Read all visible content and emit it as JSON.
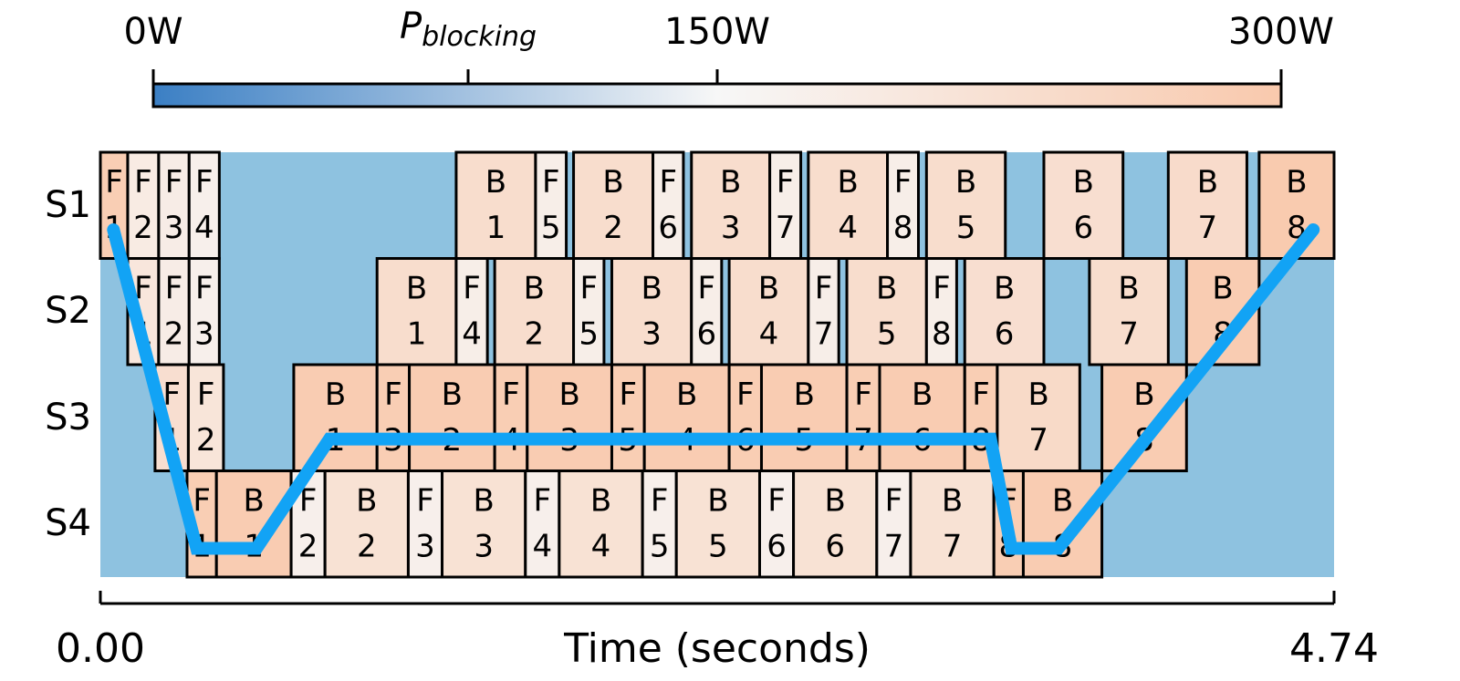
{
  "colorbar": {
    "label_main": "P",
    "label_sub": "blocking",
    "ticks": [
      {
        "label": "0W",
        "value": 0
      },
      {
        "label": "150W",
        "value": 150
      },
      {
        "label": "300W",
        "value": 300
      }
    ],
    "min": 0,
    "max": 300,
    "color_low": "#3b7fc4",
    "color_mid": "#f7f7f7",
    "color_high": "#f9c9ad"
  },
  "colors": {
    "idle_background": "#8ec2e0",
    "critical_path": "#12a3f5"
  },
  "chart_data": {
    "type": "timeline",
    "xlabel": "Time (seconds)",
    "xlim": [
      0,
      4.74
    ],
    "x_tick_labels": [
      "0.00",
      "4.74"
    ],
    "stages": [
      "S1",
      "S2",
      "S3",
      "S4"
    ],
    "blocks": [
      {
        "stage": 0,
        "kind": "F",
        "num": "1",
        "start": 0.0,
        "end": 0.105,
        "power": 285
      },
      {
        "stage": 0,
        "kind": "F",
        "num": "2",
        "start": 0.105,
        "end": 0.224,
        "power": 190
      },
      {
        "stage": 0,
        "kind": "F",
        "num": "3",
        "start": 0.224,
        "end": 0.341,
        "power": 185
      },
      {
        "stage": 0,
        "kind": "F",
        "num": "4",
        "start": 0.341,
        "end": 0.457,
        "power": 175
      },
      {
        "stage": 0,
        "kind": "B",
        "num": "1",
        "start": 1.367,
        "end": 1.672,
        "power": 235
      },
      {
        "stage": 0,
        "kind": "F",
        "num": "5",
        "start": 1.672,
        "end": 1.79,
        "power": 180
      },
      {
        "stage": 0,
        "kind": "B",
        "num": "2",
        "start": 1.818,
        "end": 2.123,
        "power": 235
      },
      {
        "stage": 0,
        "kind": "F",
        "num": "6",
        "start": 2.123,
        "end": 2.24,
        "power": 180
      },
      {
        "stage": 0,
        "kind": "B",
        "num": "3",
        "start": 2.271,
        "end": 2.572,
        "power": 235
      },
      {
        "stage": 0,
        "kind": "F",
        "num": "7",
        "start": 2.572,
        "end": 2.691,
        "power": 180
      },
      {
        "stage": 0,
        "kind": "B",
        "num": "4",
        "start": 2.72,
        "end": 3.024,
        "power": 235
      },
      {
        "stage": 0,
        "kind": "F",
        "num": "8",
        "start": 3.024,
        "end": 3.143,
        "power": 180
      },
      {
        "stage": 0,
        "kind": "B",
        "num": "5",
        "start": 3.174,
        "end": 3.477,
        "power": 235
      },
      {
        "stage": 0,
        "kind": "B",
        "num": "6",
        "start": 3.625,
        "end": 3.929,
        "power": 230
      },
      {
        "stage": 0,
        "kind": "B",
        "num": "7",
        "start": 4.103,
        "end": 4.405,
        "power": 240
      },
      {
        "stage": 0,
        "kind": "B",
        "num": "8",
        "start": 4.452,
        "end": 4.74,
        "power": 295
      },
      {
        "stage": 1,
        "kind": "F",
        "num": "1",
        "start": 0.105,
        "end": 0.224,
        "power": 205
      },
      {
        "stage": 1,
        "kind": "F",
        "num": "2",
        "start": 0.224,
        "end": 0.341,
        "power": 185
      },
      {
        "stage": 1,
        "kind": "F",
        "num": "3",
        "start": 0.341,
        "end": 0.457,
        "power": 175
      },
      {
        "stage": 1,
        "kind": "B",
        "num": "1",
        "start": 1.063,
        "end": 1.367,
        "power": 235
      },
      {
        "stage": 1,
        "kind": "F",
        "num": "4",
        "start": 1.367,
        "end": 1.487,
        "power": 180
      },
      {
        "stage": 1,
        "kind": "B",
        "num": "2",
        "start": 1.515,
        "end": 1.818,
        "power": 235
      },
      {
        "stage": 1,
        "kind": "F",
        "num": "5",
        "start": 1.818,
        "end": 1.935,
        "power": 180
      },
      {
        "stage": 1,
        "kind": "B",
        "num": "3",
        "start": 1.965,
        "end": 2.271,
        "power": 235
      },
      {
        "stage": 1,
        "kind": "F",
        "num": "6",
        "start": 2.271,
        "end": 2.387,
        "power": 180
      },
      {
        "stage": 1,
        "kind": "B",
        "num": "4",
        "start": 2.416,
        "end": 2.72,
        "power": 235
      },
      {
        "stage": 1,
        "kind": "F",
        "num": "7",
        "start": 2.72,
        "end": 2.837,
        "power": 180
      },
      {
        "stage": 1,
        "kind": "B",
        "num": "5",
        "start": 2.868,
        "end": 3.174,
        "power": 235
      },
      {
        "stage": 1,
        "kind": "F",
        "num": "8",
        "start": 3.174,
        "end": 3.29,
        "power": 180
      },
      {
        "stage": 1,
        "kind": "B",
        "num": "6",
        "start": 3.321,
        "end": 3.625,
        "power": 230
      },
      {
        "stage": 1,
        "kind": "B",
        "num": "7",
        "start": 3.8,
        "end": 4.103,
        "power": 235
      },
      {
        "stage": 1,
        "kind": "B",
        "num": "8",
        "start": 4.173,
        "end": 4.452,
        "power": 290
      },
      {
        "stage": 2,
        "kind": "F",
        "num": "1",
        "start": 0.21,
        "end": 0.338,
        "power": 230
      },
      {
        "stage": 2,
        "kind": "F",
        "num": "2",
        "start": 0.338,
        "end": 0.473,
        "power": 210
      },
      {
        "stage": 2,
        "kind": "B",
        "num": "1",
        "start": 0.743,
        "end": 1.063,
        "power": 290
      },
      {
        "stage": 2,
        "kind": "F",
        "num": "3",
        "start": 1.063,
        "end": 1.187,
        "power": 285
      },
      {
        "stage": 2,
        "kind": "B",
        "num": "2",
        "start": 1.187,
        "end": 1.515,
        "power": 290
      },
      {
        "stage": 2,
        "kind": "F",
        "num": "4",
        "start": 1.515,
        "end": 1.64,
        "power": 285
      },
      {
        "stage": 2,
        "kind": "B",
        "num": "3",
        "start": 1.64,
        "end": 1.965,
        "power": 290
      },
      {
        "stage": 2,
        "kind": "F",
        "num": "5",
        "start": 1.965,
        "end": 2.09,
        "power": 285
      },
      {
        "stage": 2,
        "kind": "B",
        "num": "4",
        "start": 2.09,
        "end": 2.416,
        "power": 290
      },
      {
        "stage": 2,
        "kind": "F",
        "num": "6",
        "start": 2.416,
        "end": 2.54,
        "power": 285
      },
      {
        "stage": 2,
        "kind": "B",
        "num": "5",
        "start": 2.54,
        "end": 2.868,
        "power": 290
      },
      {
        "stage": 2,
        "kind": "F",
        "num": "7",
        "start": 2.868,
        "end": 2.994,
        "power": 285
      },
      {
        "stage": 2,
        "kind": "B",
        "num": "6",
        "start": 2.994,
        "end": 3.321,
        "power": 290
      },
      {
        "stage": 2,
        "kind": "F",
        "num": "8",
        "start": 3.321,
        "end": 3.446,
        "power": 285
      },
      {
        "stage": 2,
        "kind": "B",
        "num": "7",
        "start": 3.446,
        "end": 3.763,
        "power": 245
      },
      {
        "stage": 2,
        "kind": "B",
        "num": "8",
        "start": 3.848,
        "end": 4.173,
        "power": 290
      },
      {
        "stage": 3,
        "kind": "F",
        "num": "1",
        "start": 0.333,
        "end": 0.446,
        "power": 285
      },
      {
        "stage": 3,
        "kind": "B",
        "num": "1",
        "start": 0.446,
        "end": 0.733,
        "power": 290
      },
      {
        "stage": 3,
        "kind": "F",
        "num": "2",
        "start": 0.733,
        "end": 0.863,
        "power": 175
      },
      {
        "stage": 3,
        "kind": "B",
        "num": "2",
        "start": 0.863,
        "end": 1.183,
        "power": 220
      },
      {
        "stage": 3,
        "kind": "F",
        "num": "3",
        "start": 1.183,
        "end": 1.313,
        "power": 175
      },
      {
        "stage": 3,
        "kind": "B",
        "num": "3",
        "start": 1.313,
        "end": 1.633,
        "power": 220
      },
      {
        "stage": 3,
        "kind": "F",
        "num": "4",
        "start": 1.633,
        "end": 1.763,
        "power": 175
      },
      {
        "stage": 3,
        "kind": "B",
        "num": "4",
        "start": 1.763,
        "end": 2.083,
        "power": 220
      },
      {
        "stage": 3,
        "kind": "F",
        "num": "5",
        "start": 2.083,
        "end": 2.213,
        "power": 175
      },
      {
        "stage": 3,
        "kind": "B",
        "num": "5",
        "start": 2.213,
        "end": 2.533,
        "power": 220
      },
      {
        "stage": 3,
        "kind": "F",
        "num": "6",
        "start": 2.533,
        "end": 2.663,
        "power": 175
      },
      {
        "stage": 3,
        "kind": "B",
        "num": "6",
        "start": 2.663,
        "end": 2.983,
        "power": 220
      },
      {
        "stage": 3,
        "kind": "F",
        "num": "7",
        "start": 2.983,
        "end": 3.113,
        "power": 175
      },
      {
        "stage": 3,
        "kind": "B",
        "num": "7",
        "start": 3.113,
        "end": 3.433,
        "power": 220
      },
      {
        "stage": 3,
        "kind": "F",
        "num": "8",
        "start": 3.433,
        "end": 3.546,
        "power": 285
      },
      {
        "stage": 3,
        "kind": "B",
        "num": "8",
        "start": 3.546,
        "end": 3.848,
        "power": 290
      }
    ],
    "critical_path": [
      {
        "t": 0.05,
        "stage": 0
      },
      {
        "t": 0.37,
        "stage": 3
      },
      {
        "t": 0.6,
        "stage": 3
      },
      {
        "t": 0.88,
        "stage": 2
      },
      {
        "t": 3.42,
        "stage": 2
      },
      {
        "t": 3.5,
        "stage": 3
      },
      {
        "t": 3.68,
        "stage": 3
      },
      {
        "t": 4.66,
        "stage": 0
      }
    ]
  }
}
